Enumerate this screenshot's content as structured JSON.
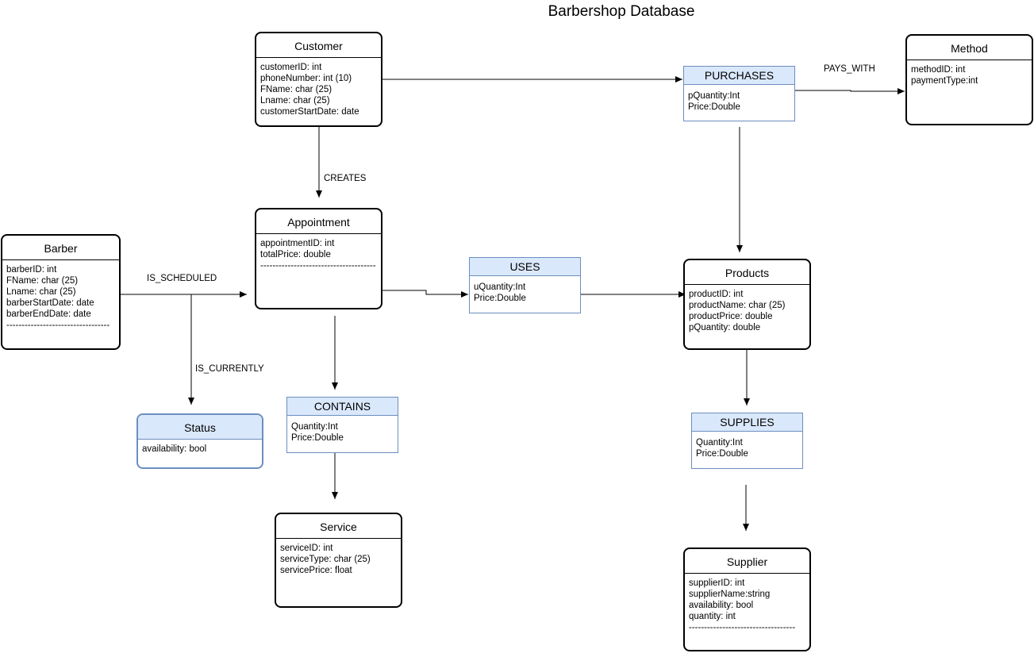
{
  "title": "Barbershop Database",
  "entities": {
    "customer": {
      "name": "Customer",
      "attributes": [
        "customerID: int",
        "phoneNumber: int (10)",
        "FName: char (25)",
        "Lname: char (25)",
        "customerStartDate: date"
      ]
    },
    "method": {
      "name": "Method",
      "attributes": [
        "methodID: int",
        "paymentType:int"
      ]
    },
    "appointment": {
      "name": "Appointment",
      "attributes": [
        "appointmentID: int",
        "totalPrice: double",
        "--------------------------------------"
      ]
    },
    "barber": {
      "name": "Barber",
      "attributes": [
        "barberID: int",
        "FName: char (25)",
        "Lname: char (25)",
        "barberStartDate: date",
        "barberEndDate: date",
        "----------------------------------"
      ]
    },
    "products": {
      "name": "Products",
      "attributes": [
        "productID: int",
        "productName: char (25)",
        "productPrice: double",
        "pQuantity: double"
      ]
    },
    "status": {
      "name": "Status",
      "attributes": [
        "availability: bool"
      ]
    },
    "service": {
      "name": "Service",
      "attributes": [
        "serviceID: int",
        "serviceType: char (25)",
        "servicePrice: float"
      ]
    },
    "supplier": {
      "name": "Supplier",
      "attributes": [
        "supplierID: int",
        "supplierName:string",
        "availability: bool",
        "quantity: int",
        "-----------------------------------"
      ]
    }
  },
  "relationships": {
    "purchases": {
      "name": "PURCHASES",
      "attributes": [
        "pQuantity:Int",
        "Price:Double"
      ]
    },
    "uses": {
      "name": "USES",
      "attributes": [
        "uQuantity:Int",
        "Price:Double"
      ]
    },
    "contains": {
      "name": "CONTAINS",
      "attributes": [
        "Quantity:Int",
        "Price:Double"
      ]
    },
    "supplies": {
      "name": "SUPPLIES",
      "attributes": [
        "Quantity:Int",
        "Price:Double"
      ]
    }
  },
  "edge_labels": {
    "pays_with": "PAYS_WITH",
    "creates": "CREATES",
    "is_scheduled": "IS_SCHEDULED",
    "is_currently": "IS_CURRENTLY"
  }
}
